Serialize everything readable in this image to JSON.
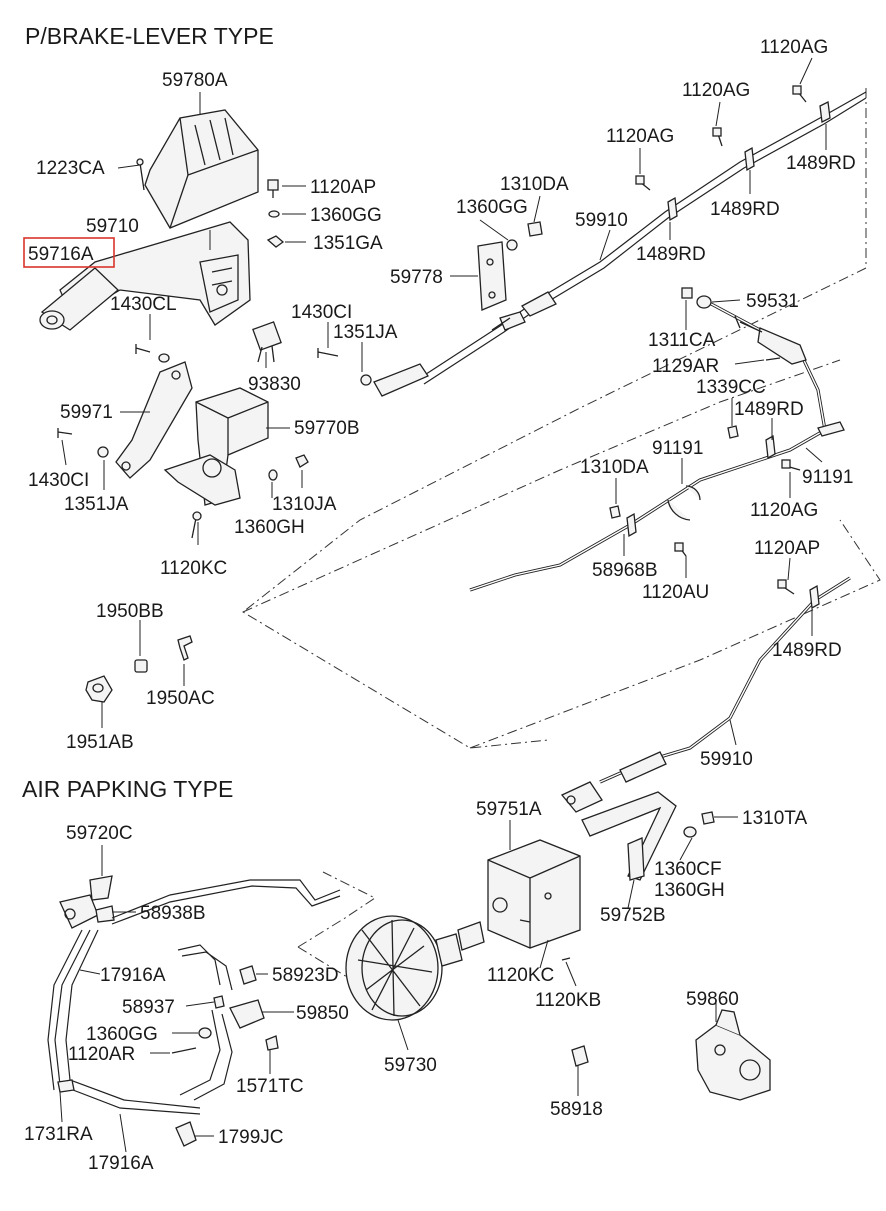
{
  "headers": {
    "lever_type": "P/BRAKE-LEVER TYPE",
    "air_type": "AIR PAPKING TYPE"
  },
  "highlight_color": "#d9342b",
  "labels": {
    "l_59780A": "59780A",
    "l_1223CA": "1223CA",
    "l_1120AP_a": "1120AP",
    "l_1360GG_a": "1360GG",
    "l_59710": "59710",
    "l_1351GA": "1351GA",
    "l_59716A": "59716A",
    "l_1430CL": "1430CL",
    "l_1430CI_a": "1430CI",
    "l_1351JA_a": "1351JA",
    "l_93830": "93830",
    "l_59971": "59971",
    "l_59770B": "59770B",
    "l_1430CI_b": "1430CI",
    "l_1351JA_b": "1351JA",
    "l_1310JA": "1310JA",
    "l_1360GH_a": "1360GH",
    "l_1120KC_a": "1120KC",
    "l_1950BB": "1950BB",
    "l_1950AC": "1950AC",
    "l_1951AB": "1951AB",
    "l_1310DA_a": "1310DA",
    "l_1360GG_b": "1360GG",
    "l_59910_a": "59910",
    "l_59778": "59778",
    "l_1120AG_a": "1120AG",
    "l_1120AG_b": "1120AG",
    "l_1120AG_c": "1120AG",
    "l_1489RD_a": "1489RD",
    "l_1489RD_b": "1489RD",
    "l_1489RD_c": "1489RD",
    "l_59531": "59531",
    "l_1311CA": "1311CA",
    "l_1129AR": "1129AR",
    "l_1339CC": "1339CC",
    "l_1489RD_d": "1489RD",
    "l_91191_a": "91191",
    "l_91191_b": "91191",
    "l_1310DA_b": "1310DA",
    "l_1120AG_d": "1120AG",
    "l_58968B": "58968B",
    "l_1120AU": "1120AU",
    "l_1120AP_b": "1120AP",
    "l_1489RD_e": "1489RD",
    "l_59910_b": "59910",
    "l_59720C": "59720C",
    "l_58938B": "58938B",
    "l_17916A_a": "17916A",
    "l_58923D": "58923D",
    "l_58937": "58937",
    "l_59850": "59850",
    "l_1360GG_c": "1360GG",
    "l_1120AR": "1120AR",
    "l_1571TC": "1571TC",
    "l_1731RA": "1731RA",
    "l_1799JC": "1799JC",
    "l_17916A_b": "17916A",
    "l_59730": "59730",
    "l_59751A": "59751A",
    "l_1310TA": "1310TA",
    "l_1360CF": "1360CF",
    "l_1360GH_b": "1360GH",
    "l_59752B": "59752B",
    "l_1120KC_b": "1120KC",
    "l_1120KB": "1120KB",
    "l_59860": "59860",
    "l_58918": "58918"
  }
}
